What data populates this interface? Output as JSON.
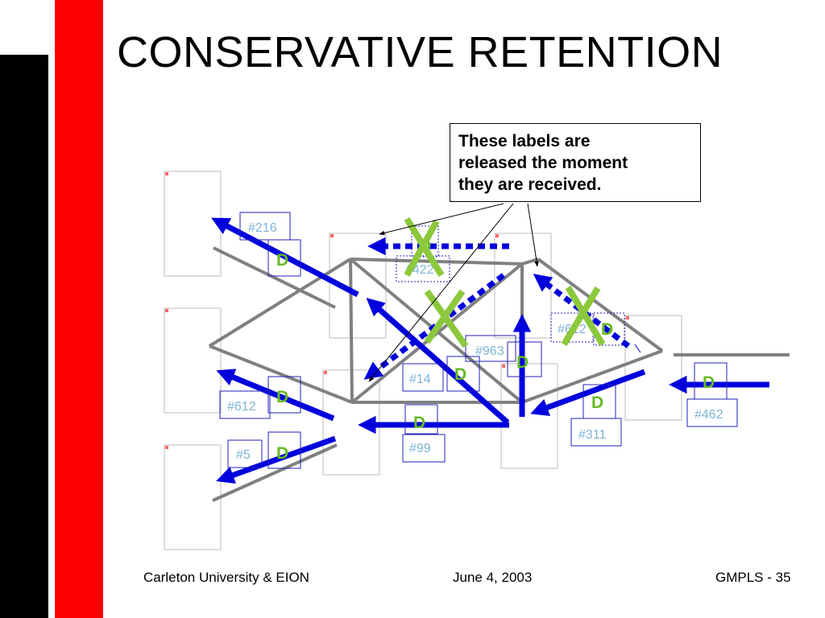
{
  "slide": {
    "title": "CONSERVATIVE RETENTION",
    "callout": {
      "lines": [
        "These labels are",
        "released the moment",
        "they are received."
      ]
    }
  },
  "labels": {
    "l216": "#216",
    "l422": "#422",
    "l612a": "#612",
    "l963": "#963",
    "l14": "#14",
    "l612b": "#612",
    "l5": "#5",
    "l99": "#99",
    "l311": "#311",
    "l462": "#462"
  },
  "marker": "D",
  "footer": {
    "left": "Carleton University & EION",
    "middle": "June 4, 2003",
    "right": "GMPLS - 35"
  },
  "colors": {
    "red_bar": "#ff0000",
    "black_bar": "#000000",
    "arrow": "#0000dd",
    "link": "#808080",
    "cross": "#8cc83c",
    "label_text": "#7fb4d8",
    "label_box": "#2222bb",
    "marker_text": "#66bb22"
  }
}
